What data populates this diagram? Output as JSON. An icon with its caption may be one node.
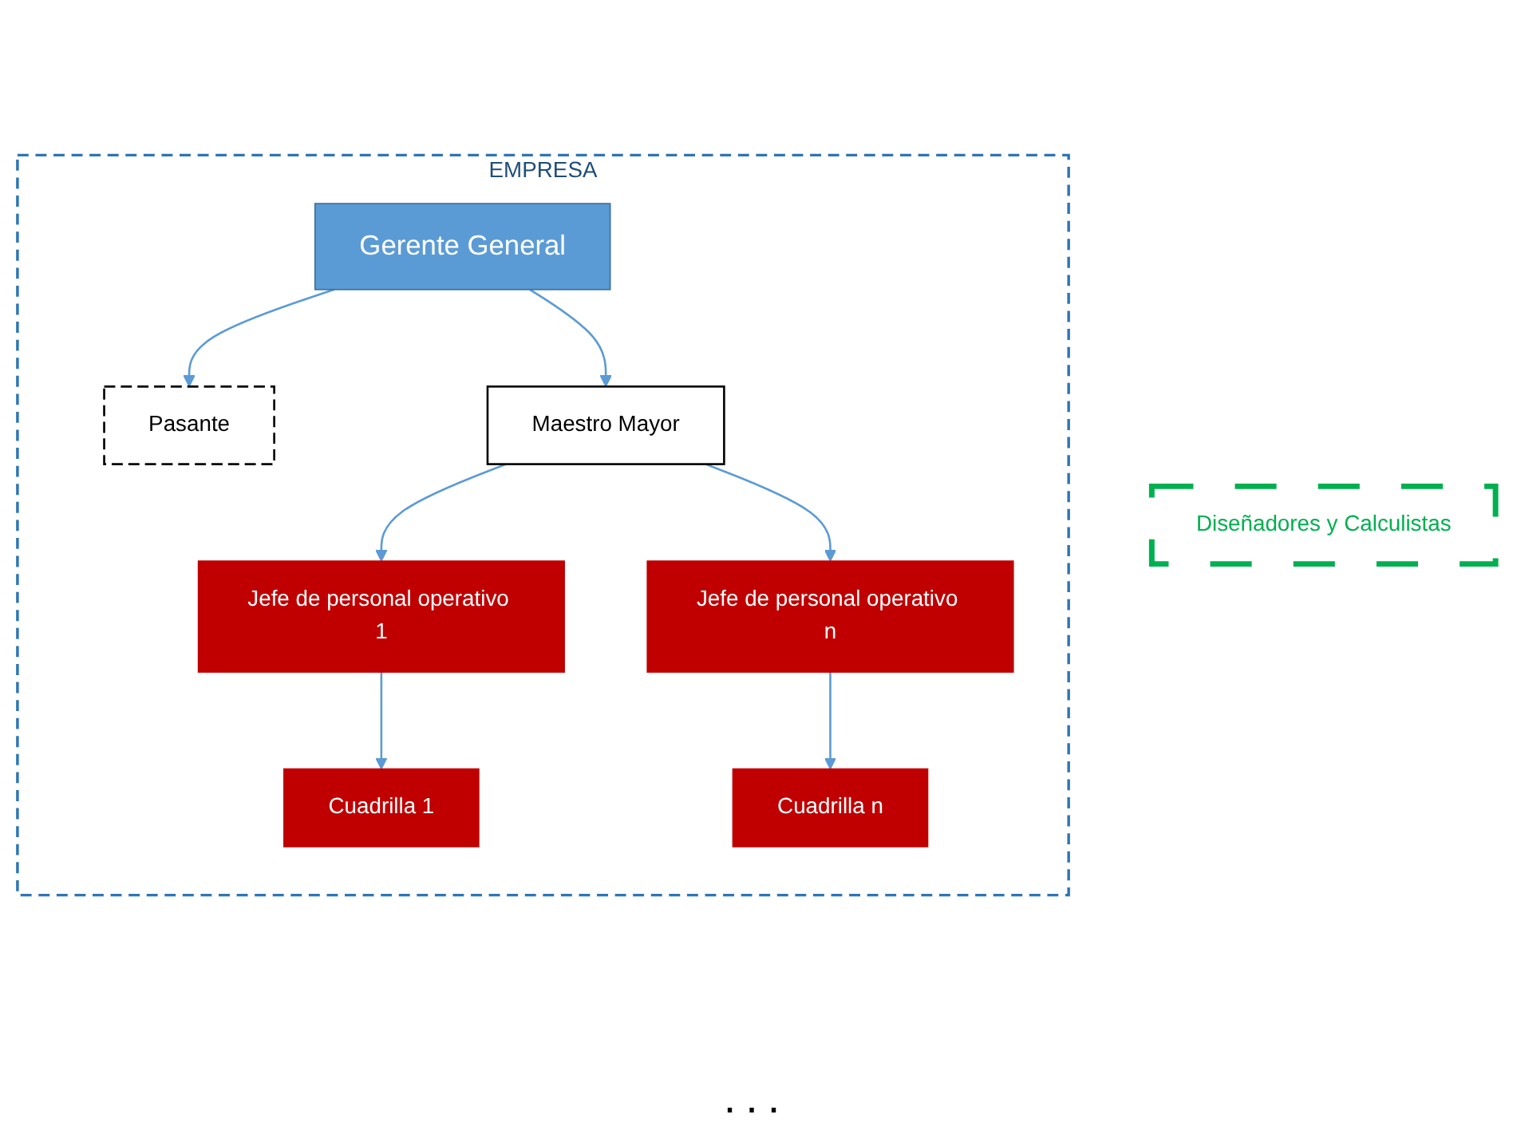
{
  "diagram": {
    "nodes": [
      {
        "text": [
          "EMPRESA"
        ]
      },
      {
        "text": [
          "Diseñadores y Calculistas"
        ]
      },
      {
        "text": [
          "Gerente General"
        ],
        "in": 0
      },
      {
        "text": [
          "Pasante"
        ],
        "in": 0
      },
      {
        "text": [
          "Maestro Mayor"
        ],
        "in": 0
      },
      {
        "text": [
          "Jefe de personal operativo 1"
        ],
        "in": 0
      },
      {
        "text": [
          "Jefe de personal operativo n"
        ],
        "in": 0
      },
      {
        "text": [
          "Cuadrilla 1"
        ],
        "in": 0
      },
      {
        "text": [
          "Cuadrilla n"
        ],
        "in": 0
      }
    ],
    "edges": [
      {
        "from": 2,
        "to": 3,
        "arrow": "to"
      },
      {
        "from": 2,
        "to": 4,
        "arrow": "to"
      },
      {
        "from": 4,
        "to": 5,
        "arrow": "to"
      },
      {
        "from": 4,
        "to": 6,
        "arrow": "to"
      },
      {
        "from": 5,
        "to": 7,
        "arrow": "to"
      },
      {
        "from": 6,
        "to": 8,
        "arrow": "to"
      }
    ],
    "labels": [
      "..."
    ]
  }
}
